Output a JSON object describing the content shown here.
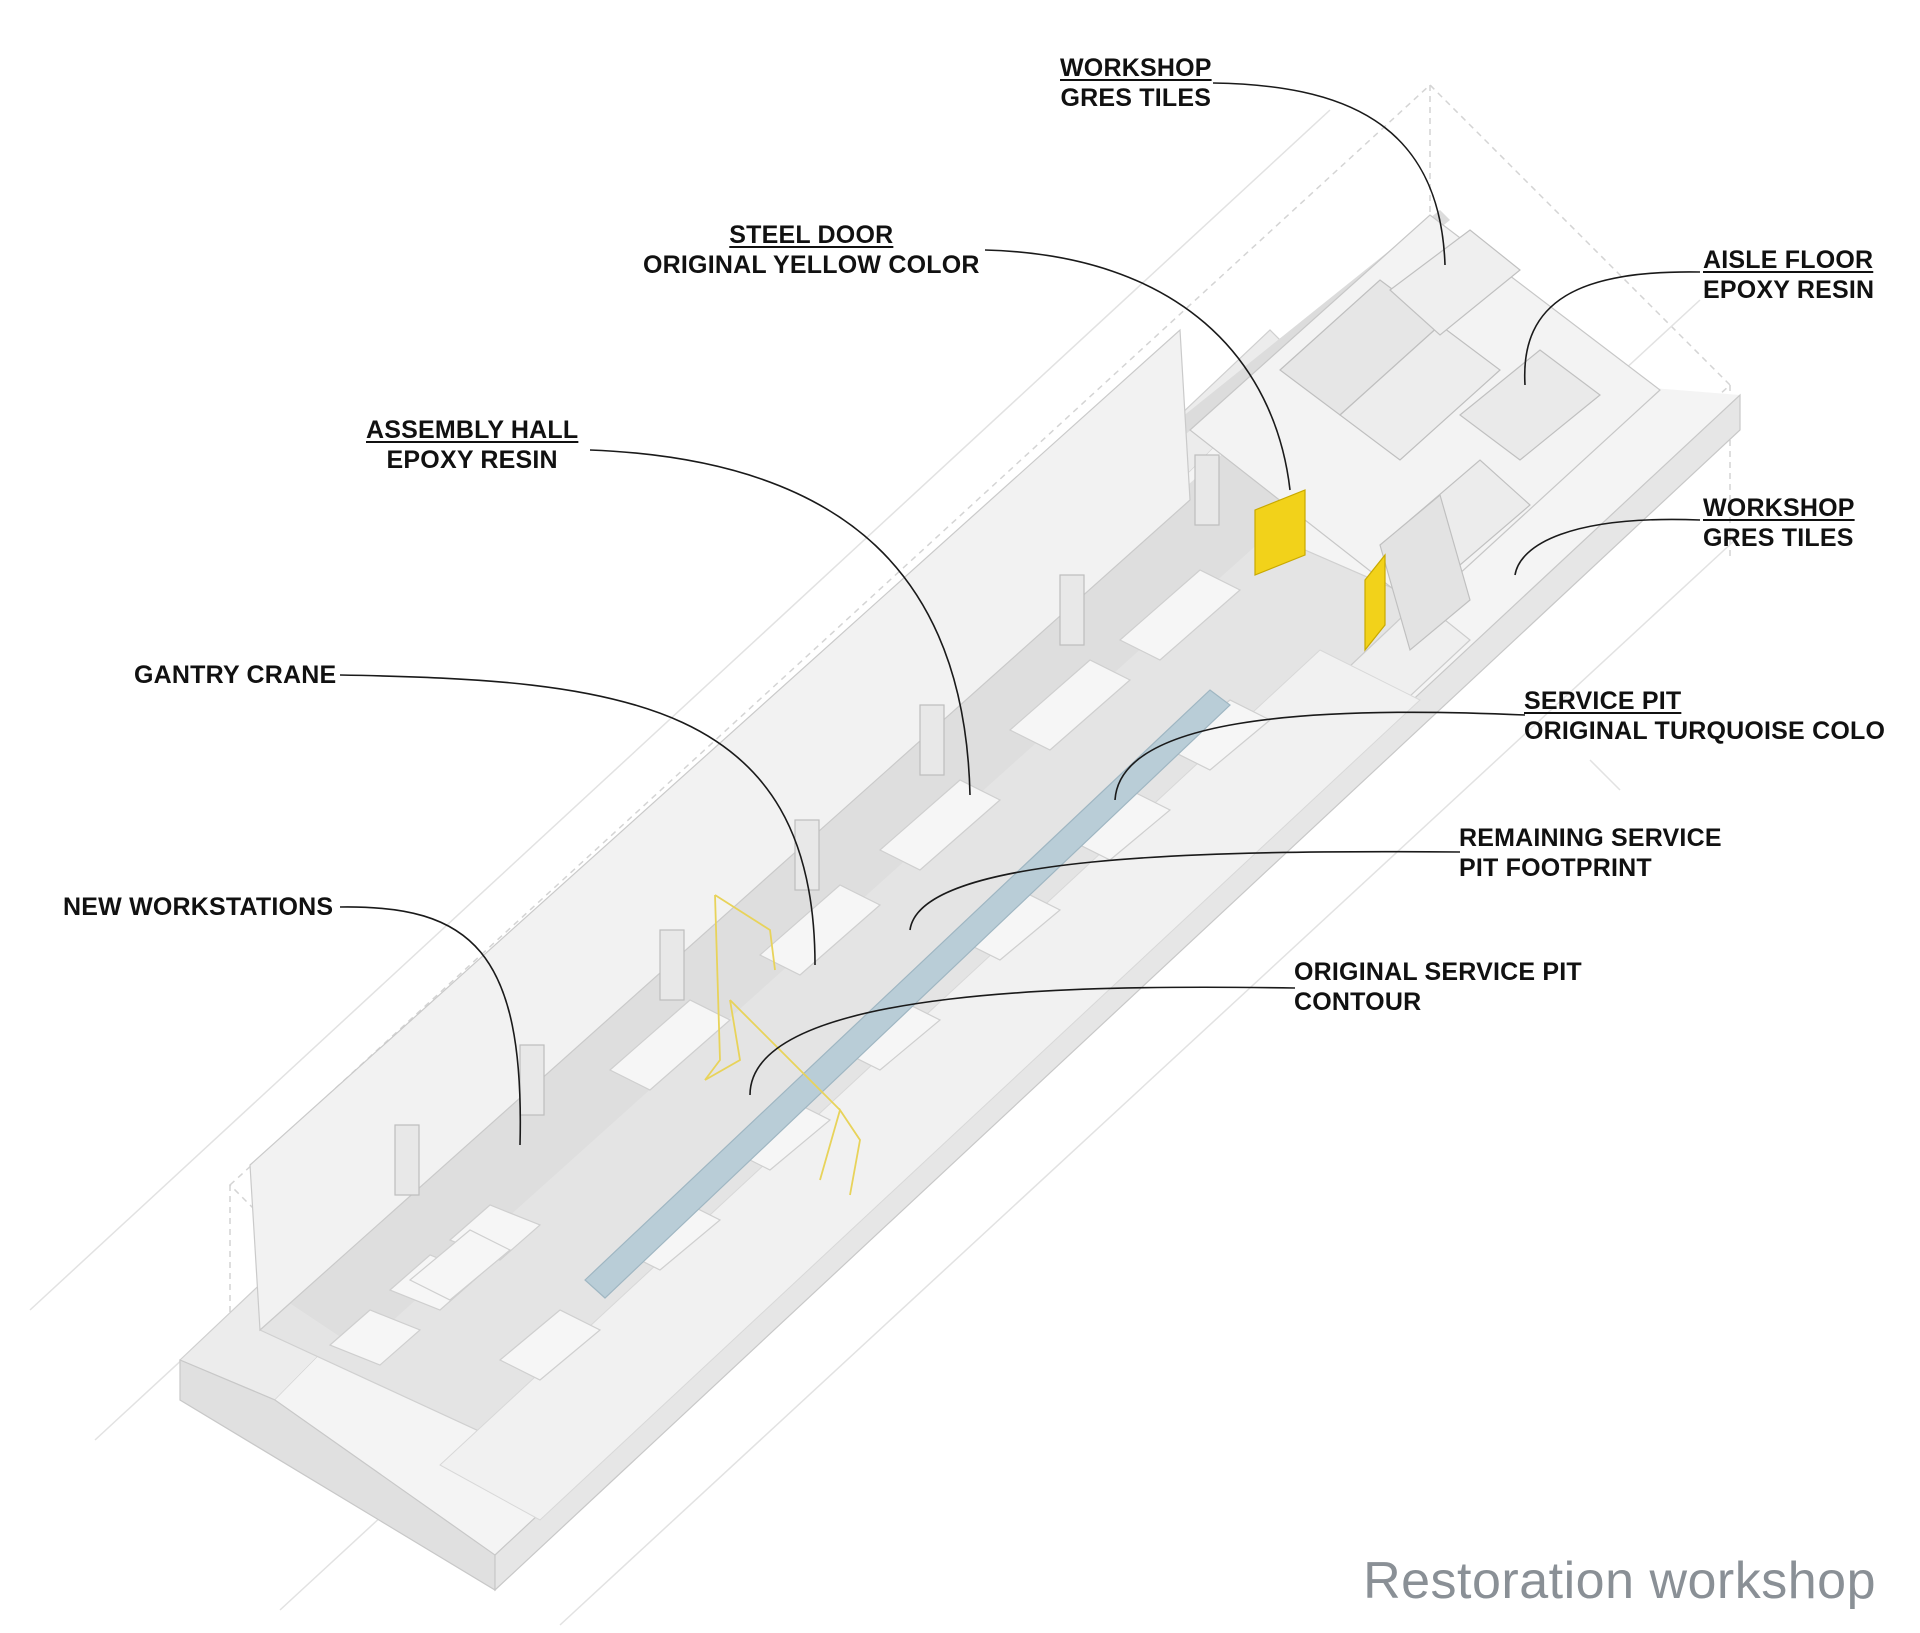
{
  "caption": "Restoration workshop",
  "colors": {
    "door_yellow": "#f2d21a",
    "pit_turquoise": "#b9cdd7",
    "leader": "#1a1a1a",
    "caption": "#8a9096"
  },
  "labels": {
    "workshop_top": {
      "line1": "WORKSHOP",
      "line2": "GRES TILES"
    },
    "steel_door": {
      "line1": "STEEL DOOR",
      "line2": "ORIGINAL YELLOW COLOR"
    },
    "aisle_floor": {
      "line1": "AISLE FLOOR",
      "line2": "EPOXY RESIN"
    },
    "assembly_hall": {
      "line1": "ASSEMBLY HALL",
      "line2": "EPOXY RESIN"
    },
    "workshop_right": {
      "line1": "WORKSHOP",
      "line2": "GRES TILES"
    },
    "gantry_crane": {
      "line1": "GANTRY CRANE"
    },
    "service_pit": {
      "line1": "SERVICE PIT",
      "line2": "ORIGINAL TURQUOISE COLO"
    },
    "remaining_pit": {
      "line1": "REMAINING SERVICE",
      "line2": "PIT FOOTPRINT"
    },
    "new_workstations": {
      "line1": "NEW WORKSTATIONS"
    },
    "original_pit": {
      "line1": "ORIGINAL SERVICE PIT",
      "line2": "CONTOUR"
    }
  }
}
